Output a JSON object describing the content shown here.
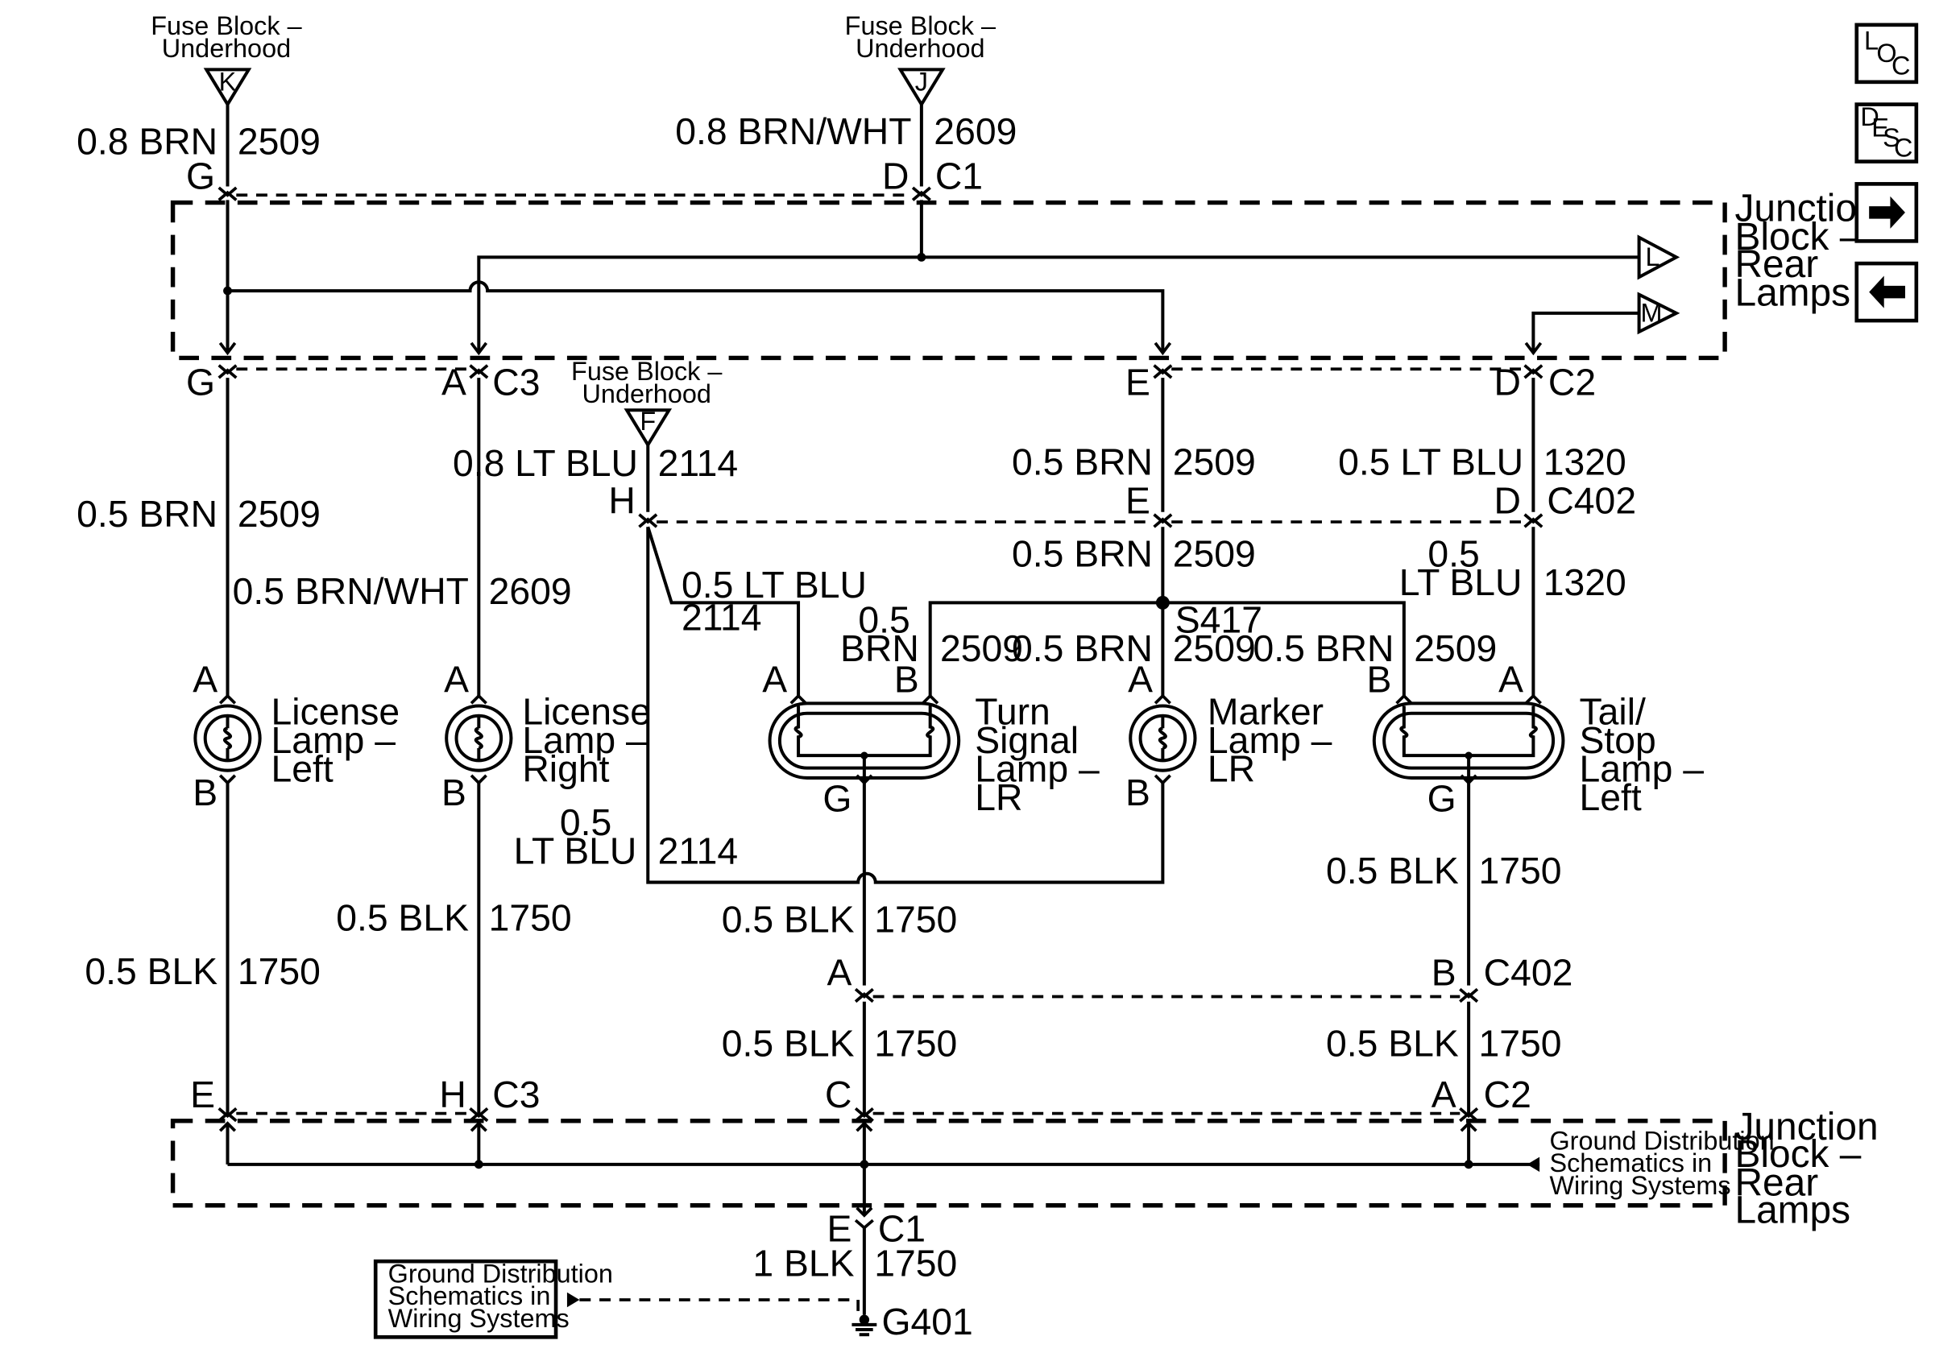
{
  "sources": {
    "fuse_K": {
      "title_line1": "Fuse Block –",
      "title_line2": "Underhood",
      "letter": "K"
    },
    "fuse_J": {
      "title_line1": "Fuse Block –",
      "title_line2": "Underhood",
      "letter": "J"
    },
    "fuse_F": {
      "title_line1": "Fuse Block –",
      "title_line2": "Underhood",
      "letter": "F"
    }
  },
  "junction_blocks": {
    "upper": {
      "line1": "Junction",
      "line2": "Block –",
      "line3": "Rear",
      "line4": "Lamps"
    },
    "lower": {
      "line1": "Junction",
      "line2": "Block –",
      "line3": "Rear",
      "line4": "Lamps"
    }
  },
  "offpage": {
    "L": "L",
    "M": "M"
  },
  "nav_icons": {
    "loc": {
      "l1": "L",
      "l2": "O",
      "l3": "C"
    },
    "desc": {
      "l1": "D",
      "l2": "E",
      "l3": "S",
      "l4": "C"
    }
  },
  "wires": {
    "w1": {
      "gauge": "0.8 BRN",
      "circuit": "2509"
    },
    "w2": {
      "gauge": "0.8 BRN/WHT",
      "circuit": "2609"
    },
    "w3": {
      "gauge": "0.5 BRN",
      "circuit": "2509"
    },
    "w4": {
      "gauge": "0.5 BRN/WHT",
      "circuit": "2609"
    },
    "w5": {
      "gauge": "0.8 LT BLU",
      "circuit": "2114"
    },
    "w6": {
      "gauge": "0.5 BRN",
      "circuit": "2509"
    },
    "w7": {
      "gauge": "0.5 LT BLU",
      "circuit": "1320"
    },
    "w8": {
      "gauge": "0.5 BRN",
      "circuit": "2509"
    },
    "w9": {
      "gauge_line1": "0.5",
      "gauge_line2": "LT BLU",
      "circuit": "1320"
    },
    "w10": {
      "gauge": "0.5 LT BLU",
      "circuit": "2114"
    },
    "w11": {
      "gauge_line1": "0.5",
      "gauge_line2": "BRN",
      "circuit": "2509"
    },
    "w12": {
      "gauge": "0.5 BRN",
      "circuit": "2509"
    },
    "w13": {
      "gauge": "0.5 BRN",
      "circuit": "2509"
    },
    "w14": {
      "gauge_line1": "0.5",
      "gauge_line2": "LT BLU",
      "circuit": "2114"
    },
    "w15": {
      "gauge": "0.5 BLK",
      "circuit": "1750"
    },
    "w16": {
      "gauge": "0.5 BLK",
      "circuit": "1750"
    },
    "w17": {
      "gauge": "0.5 BLK",
      "circuit": "1750"
    },
    "w18": {
      "gauge": "0.5 BLK",
      "circuit": "1750"
    },
    "w19": {
      "gauge": "0.5 BLK",
      "circuit": "1750"
    },
    "w20": {
      "gauge": "0.5 BLK",
      "circuit": "1750"
    },
    "w21": {
      "gauge": "1 BLK",
      "circuit": "1750"
    }
  },
  "pins": {
    "c1_G": "G",
    "c1_D": "D",
    "c1_name": "C1",
    "c3_G": "G",
    "c3_A": "A",
    "c3_name": "C3",
    "c2_E": "E",
    "c2_D": "D",
    "c2_name": "C2",
    "c402_H": "H",
    "c402_E": "E",
    "c402_D": "D",
    "c402_name": "C402",
    "c402b_A": "A",
    "c402b_B": "B",
    "c402b_name": "C402",
    "c3b_E": "E",
    "c3b_H": "H",
    "c3b_name": "C3",
    "c2b_C": "C",
    "c2b_A": "A",
    "c2b_name": "C2",
    "c1b_E": "E",
    "c1b_name": "C1"
  },
  "splice": "S417",
  "ground": "G401",
  "lamps": {
    "lic_left": {
      "l1": "License",
      "l2": "Lamp –",
      "l3": "Left",
      "pin_top": "A",
      "pin_bot": "B"
    },
    "lic_right": {
      "l1": "License",
      "l2": "Lamp –",
      "l3": "Right",
      "pin_top": "A",
      "pin_bot": "B"
    },
    "turn": {
      "l1": "Turn",
      "l2": "Signal",
      "l3": "Lamp –",
      "l4": "LR",
      "pin_a": "A",
      "pin_b": "B",
      "pin_g": "G"
    },
    "marker": {
      "l1": "Marker",
      "l2": "Lamp –",
      "l3": "LR",
      "pin_top": "A",
      "pin_bot": "B"
    },
    "tail": {
      "l1": "Tail/",
      "l2": "Stop",
      "l3": "Lamp –",
      "l4": "Left",
      "pin_a": "A",
      "pin_b": "B",
      "pin_g": "G"
    }
  },
  "ground_ref_inside": {
    "l1": "Ground Distribution",
    "l2": "Schematics in",
    "l3": "Wiring Systems"
  },
  "ground_ref_box": {
    "l1": "Ground Distribution",
    "l2": "Schematics in",
    "l3": "Wiring Systems"
  }
}
